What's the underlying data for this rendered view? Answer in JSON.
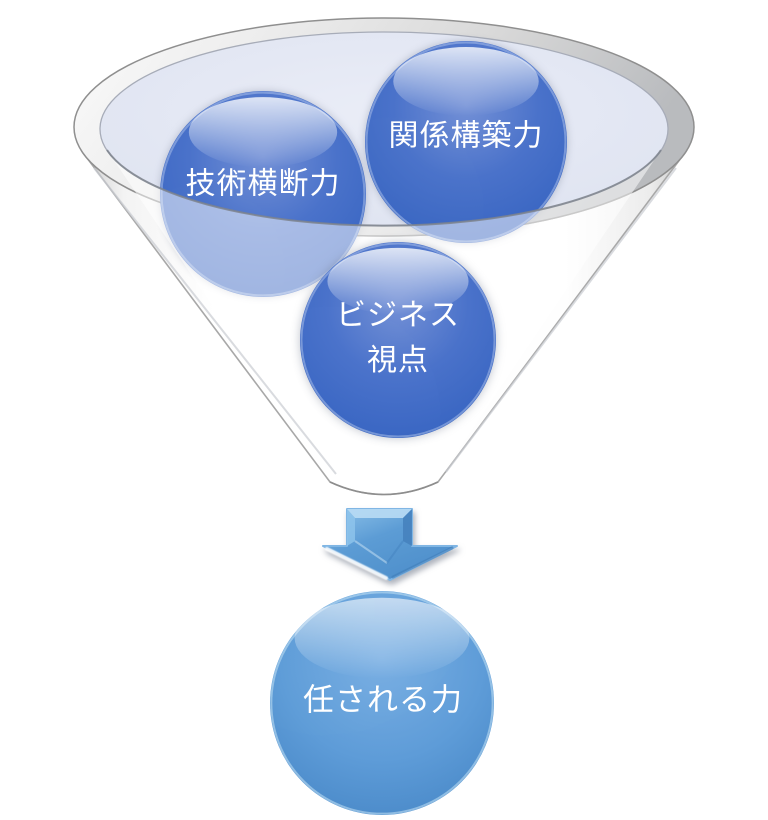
{
  "diagram": {
    "type": "funnel-to-result",
    "funnel": {
      "items": [
        {
          "label": "技術横断力"
        },
        {
          "label": "関係構築力"
        },
        {
          "label": "ビジネス視点",
          "label_lines": [
            "ビジネス",
            "視点"
          ]
        }
      ]
    },
    "arrow": {
      "direction": "down"
    },
    "result": {
      "label": "任される力"
    },
    "colors": {
      "input_ball": "#3D6CC3",
      "input_ball_highlight": "#7390D6",
      "washed_ball": "#8CA5DC",
      "funnel_surface": "#E3E7F3",
      "rim_silver": "#C9C9C9",
      "result_ball": "#5B9BD5",
      "arrow": "#5B9BD5",
      "label_text": "#FFFFFF"
    }
  }
}
